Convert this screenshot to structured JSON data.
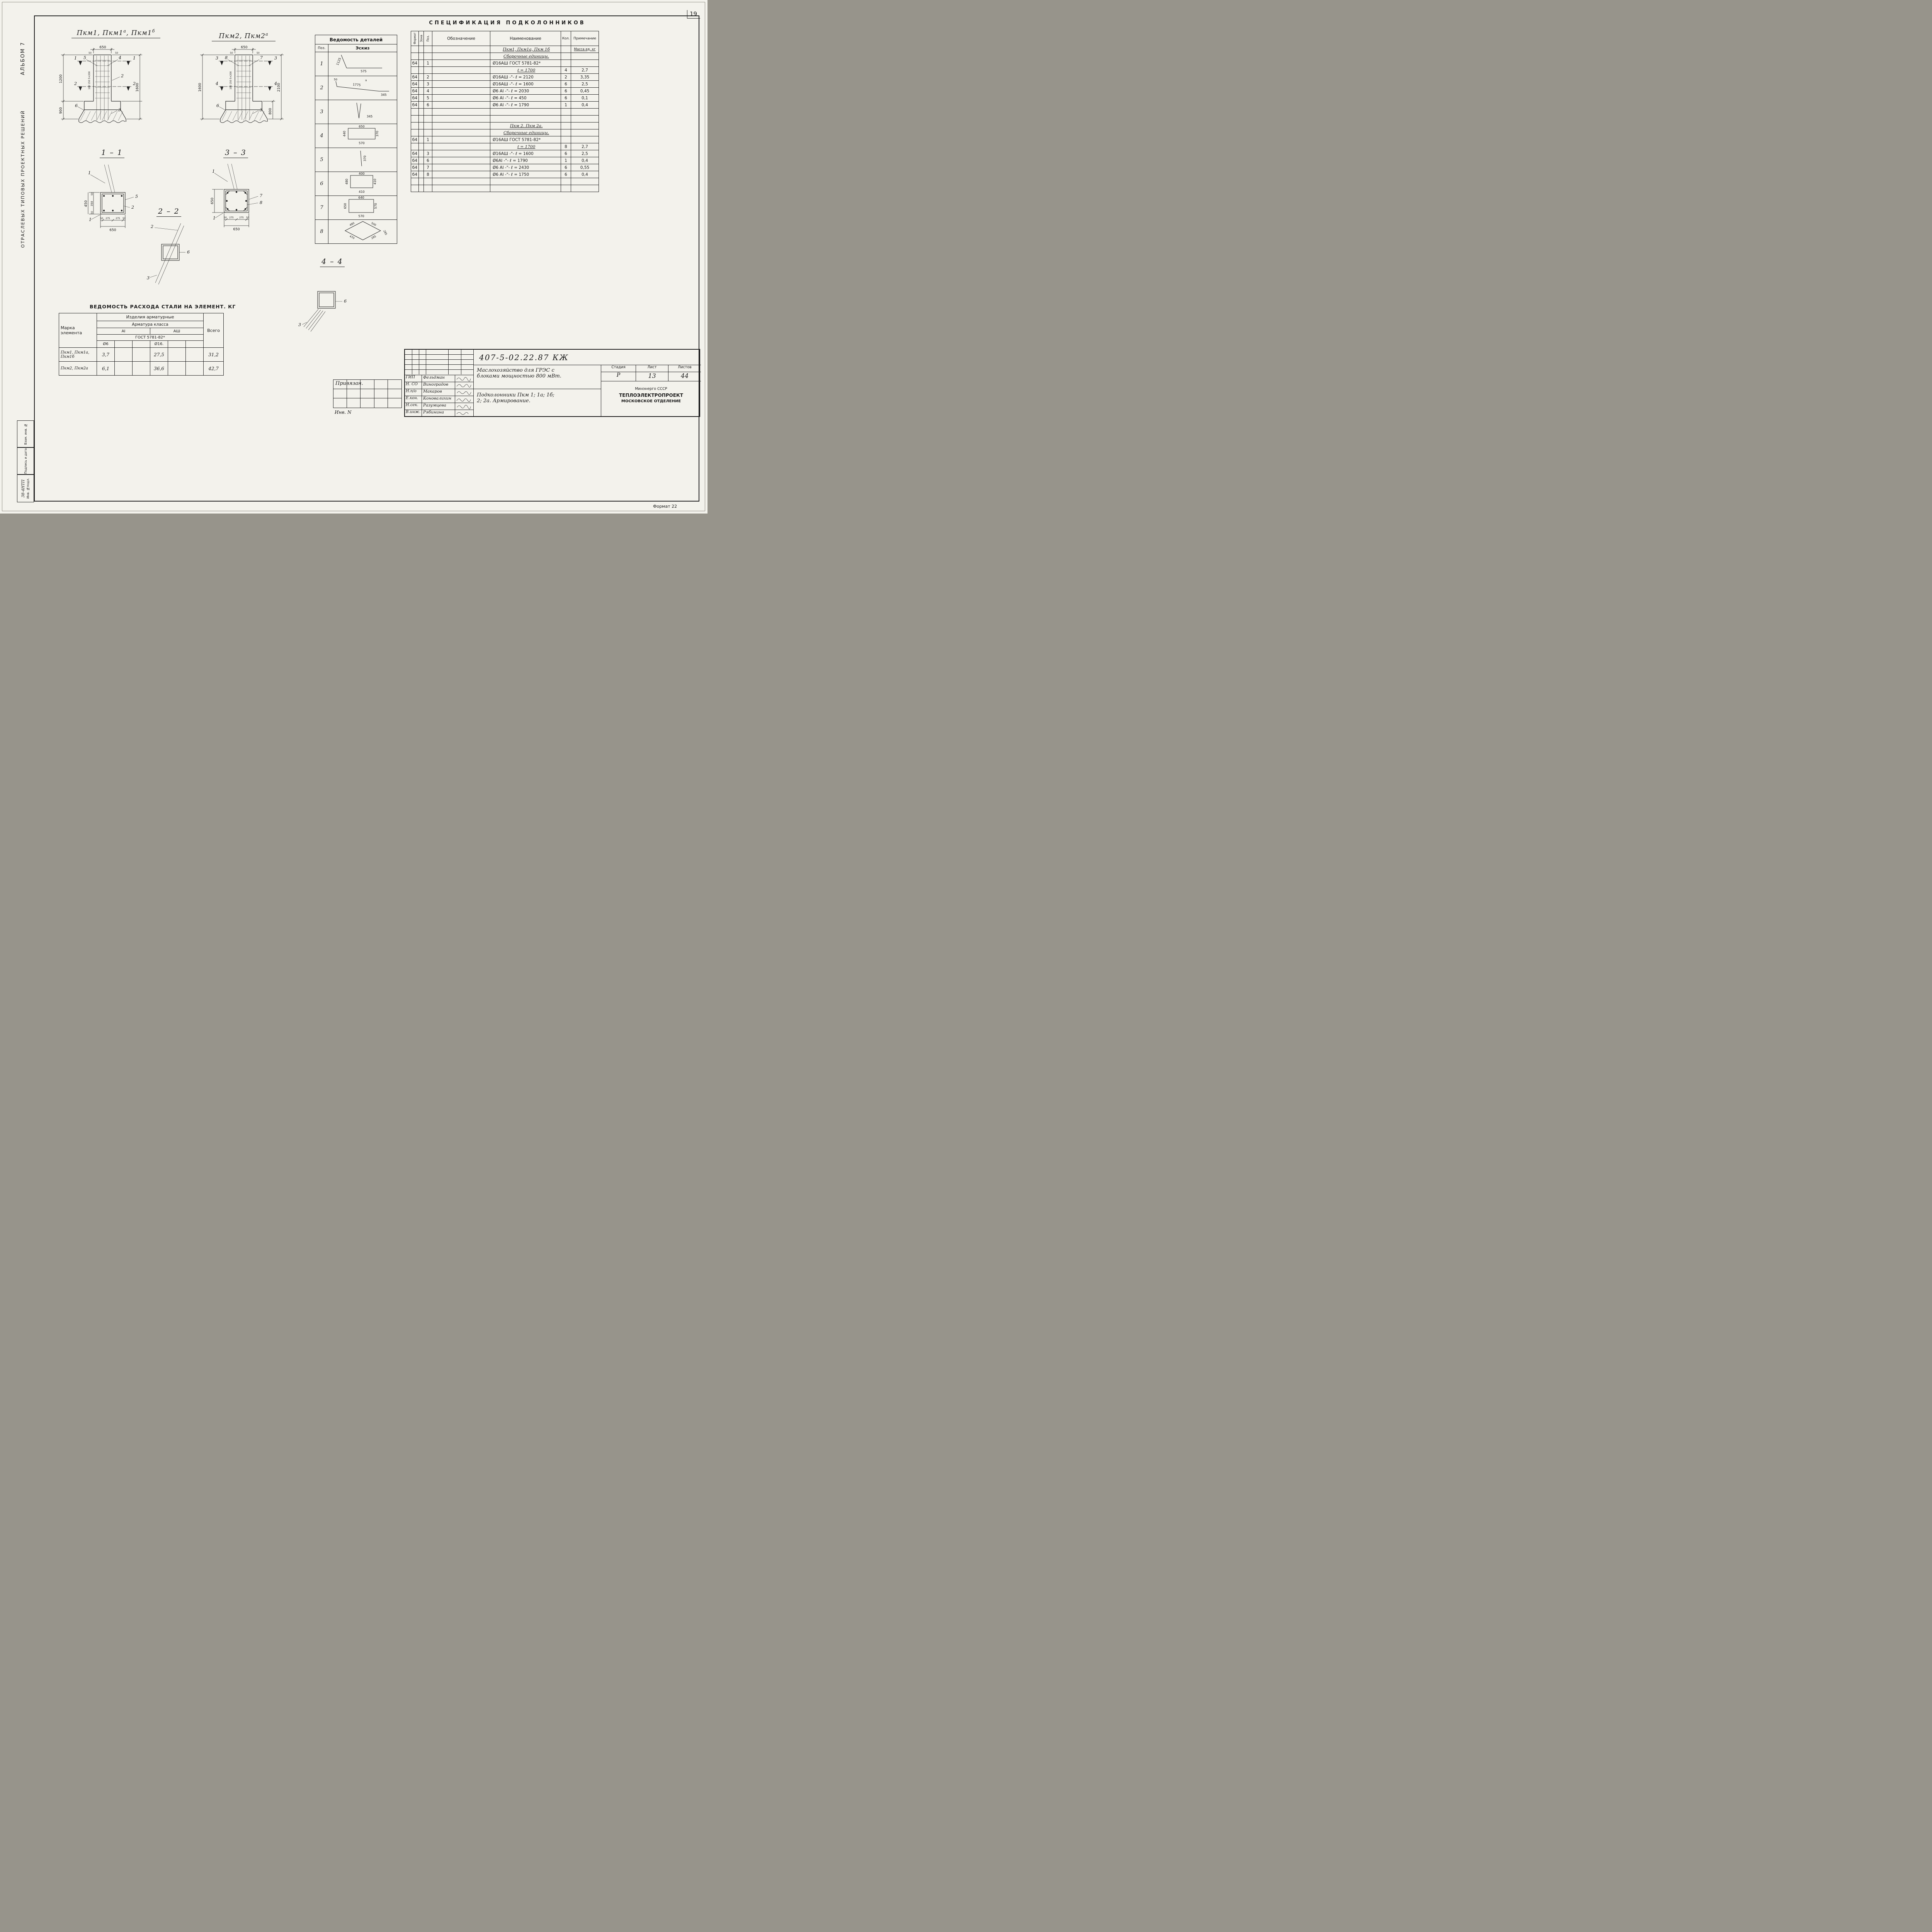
{
  "page": {
    "number": "19",
    "format": "Формат 22"
  },
  "margin": {
    "album": "АЛЬБОМ 7",
    "series": "ОТРАСЛЕВЫХ ТИПОВЫХ ПРОЕКТНЫХ РЕШЕНИЙ",
    "boxes": [
      "Взам. инв. №",
      "Подпись и дата",
      "Инв. №подл."
    ],
    "handwritten": "38-4НТП"
  },
  "d1": {
    "t1": "Пкм1, Пкм1",
    "t2": "а",
    "t3": ", Пкм1",
    "t4": "б",
    "dim_top": "650",
    "dim_50": "50",
    "dim_left_upper": "1200",
    "dim_left_lower": "900",
    "dim_right": "1600",
    "spacing": "100 150 5×200",
    "sec_top": "1",
    "sec_bot": "2",
    "c5": "5",
    "c4": "4",
    "c2": "2",
    "c6": "6",
    "c3": "3"
  },
  "d2": {
    "t1": "Пкм2, Пкм2",
    "t2": "а",
    "dim_top": "650",
    "dim_50": "50",
    "dim_left": "1600",
    "dim_right": "2100",
    "dim_right_lower": "800",
    "spacing": "100 150 5×200",
    "sec_top": "3",
    "sec_bot": "4",
    "c8": "8",
    "c7": "7",
    "c6": "6",
    "c3": "3"
  },
  "s11": {
    "title": "1 – 1",
    "left_total": "450",
    "left_segs": [
      "50",
      "350",
      "50"
    ],
    "bot_segs": [
      "50",
      "275",
      "275",
      "50"
    ],
    "bot_total": "650",
    "callouts": [
      "1",
      "5",
      "2",
      "1"
    ]
  },
  "s33": {
    "title": "3 – 3",
    "left_total": "650",
    "bot_segs": [
      "50",
      "275",
      "275",
      "50"
    ],
    "bot_total": "650",
    "callouts": [
      "1",
      "7",
      "8",
      "1"
    ]
  },
  "s22": {
    "title": "2 – 2",
    "callouts": [
      "2",
      "6",
      "3"
    ]
  },
  "s44": {
    "title": "4 – 4",
    "callouts": [
      "6",
      "3"
    ]
  },
  "details": {
    "title": "Ведомость деталей",
    "col_pos": "Поз.",
    "col_sketch": "Эскиз",
    "rows": [
      {
        "n": "1",
        "dims": [
          "1125",
          "575"
        ]
      },
      {
        "n": "2",
        "dims": [
          "50",
          "1775",
          "а",
          "345"
        ]
      },
      {
        "n": "3",
        "dims": [
          "345"
        ]
      },
      {
        "n": "4",
        "dims": [
          "650",
          "440",
          "370",
          "570"
        ]
      },
      {
        "n": "5",
        "dims": [
          "370"
        ]
      },
      {
        "n": "6",
        "dims": [
          "400",
          "480",
          "410",
          "410"
        ]
      },
      {
        "n": "7",
        "dims": [
          "640",
          "650",
          "570",
          "570"
        ]
      },
      {
        "n": "8",
        "dims": [
          "480",
          "500",
          "285",
          "470",
          "285"
        ]
      }
    ]
  },
  "spec": {
    "title": "СПЕЦИФИКАЦИЯ  ПОДКОЛОННИКОВ",
    "cols": {
      "f": "Формат",
      "z": "Зона",
      "p": "Поз.",
      "o": "Обозначение",
      "n": "Наименование",
      "k": "Кол.",
      "pr": "Примечание"
    },
    "rows": [
      {
        "n": "Пкм1, Пкм1а, Пкм 1б",
        "pr": "Масса ед. кг"
      },
      {
        "n": "Сборочные единицы."
      },
      {
        "f": "б4",
        "p": "1",
        "n": "Ø16АШ ГОСТ 5781-82*"
      },
      {
        "n": "ℓ = 1700",
        "k": "4",
        "pr": "2,7"
      },
      {
        "f": "б4",
        "p": "2",
        "n": "Ø16АШ  -\"-  ℓ = 2120",
        "k": "2",
        "pr": "3,35"
      },
      {
        "f": "б4",
        "p": "3",
        "n": "Ø16АШ  -\"-  ℓ = 1600",
        "k": "6",
        "pr": "2,5"
      },
      {
        "f": "б4",
        "p": "4",
        "n": "Ø6 АI  -\"-  ℓ = 2030",
        "k": "6",
        "pr": "0,45"
      },
      {
        "f": "б4",
        "p": "5",
        "n": "Ø6 АI  -\"-  ℓ = 450",
        "k": "6",
        "pr": "0,1"
      },
      {
        "f": "б4",
        "p": "6",
        "n": "Ø6 АI  -\"-  ℓ = 1790",
        "k": "1",
        "pr": "0,4"
      },
      {},
      {},
      {
        "n": "Пкм 2. Пкм 2а."
      },
      {
        "n": "Сборочные единицы."
      },
      {
        "f": "б4",
        "p": "1",
        "n": "Ø16АШ ГОСТ 5781-82*"
      },
      {
        "n": "ℓ = 1700",
        "k": "8",
        "pr": "2,7"
      },
      {
        "f": "б4",
        "p": "3",
        "n": "Ø16АШ  -\"-  ℓ = 1600",
        "k": "6",
        "pr": "2,5"
      },
      {
        "f": "б4",
        "p": "6",
        "n": "Ø6АI  -\"-  ℓ = 1790",
        "k": "1",
        "pr": "0,4"
      },
      {
        "f": "б4",
        "p": "7",
        "n": "Ø6 АI  -\"-  ℓ = 2430",
        "k": "6",
        "pr": "0,55"
      },
      {
        "f": "б4",
        "p": "8",
        "n": "Ø6 АI  -\"-  ℓ = 1750",
        "k": "6",
        "pr": "0,4"
      },
      {},
      {}
    ]
  },
  "steel": {
    "title": "ВЕДОМОСТЬ РАСХОДА СТАЛИ НА ЭЛЕМЕНТ. КГ",
    "h_mark": "Марка элемента",
    "h_prod": "Изделия арматурные",
    "h_class": "Арматура класса",
    "h_a1": "АI",
    "h_a3": "АШ",
    "h_gost": "ГОСТ 5781-82*",
    "h_d6": "Ø6",
    "h_d16": "Ø16.",
    "h_total": "Всего",
    "rows": [
      {
        "name": "Пкм1, Пкм1а, Пкм1б",
        "d6": "3,7",
        "d16": "27,5",
        "total": "31,2"
      },
      {
        "name": "Пкм2, Пкм2а",
        "d6": "6,1",
        "d16": "36,6",
        "total": "42,7"
      }
    ]
  },
  "attach": {
    "label": "Привязан.",
    "inv": "Инв. N"
  },
  "stamp": {
    "doc": "407-5-02.22.87 КЖ",
    "people": [
      {
        "role": "ГИП",
        "name": "Фельдман"
      },
      {
        "role": "Н. СО",
        "name": "Виноградов"
      },
      {
        "role": "Н.п/о",
        "name": "Макаров"
      },
      {
        "role": "Е.кон.",
        "name": "Коновалихин"
      },
      {
        "role": "Н.сек.",
        "name": "Разумцева"
      },
      {
        "role": "В.инж.",
        "name": "Рябинина"
      }
    ],
    "project1": "Маслохозяйство для ГРЭС с",
    "project2": "блоками мощностью 800 мВт.",
    "subject1": "Подколонники Пкм 1; 1а; 1б;",
    "subject2": "2; 2а. Армирование.",
    "stage_l": "Стадия",
    "sheet_l": "Лист",
    "sheets_l": "Листов",
    "stage": "Р",
    "sheet": "13",
    "sheets": "44",
    "org1": "Минэнерго СССР",
    "org2": "ТЕПЛОЭЛЕКТРОПРОЕКТ",
    "org3": "МОСКОВСКОЕ ОТДЕЛЕНИЕ"
  }
}
